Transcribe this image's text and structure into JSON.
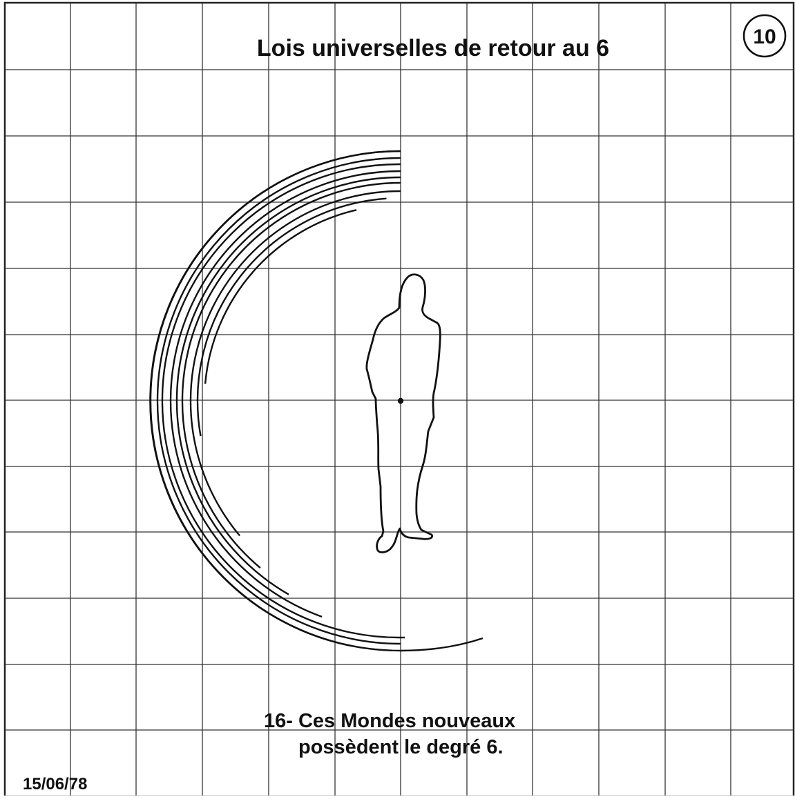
{
  "title": "Lois universelles de retour au 6",
  "page_number": "10",
  "caption": {
    "line1": "16- Ces Mondes nouveaux",
    "line2": "possèdent le degré 6."
  },
  "date": "15/06/78",
  "colors": {
    "ink": "#111111",
    "grid": "#333333",
    "background": "#ffffff"
  },
  "figure": {
    "subject": "human-silhouette",
    "center_marker": "dot",
    "arc_count": 9
  }
}
